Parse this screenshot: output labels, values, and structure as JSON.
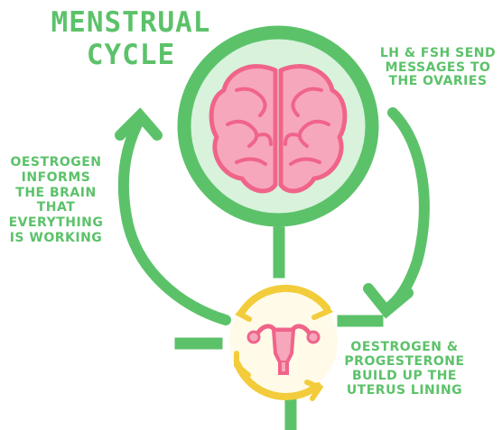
{
  "diagram": {
    "title_line1": "Menstrual",
    "title_line2": "Cycle",
    "label_lh_fsh": "LH & FSH send messages to the ovaries",
    "label_oestrogen_brain": "Oestrogen informs the brain that everything is working",
    "label_oestrogen_progesterone": "Oestrogen & progesterone build up the uterus lining",
    "colors": {
      "green": "#5cc26a",
      "green_fill": "#d8f2dc",
      "pink": "#f0648a",
      "pink_fill": "#f7a7bc",
      "yellow": "#f2cc3a",
      "yellow_fill": "#fffbe8"
    }
  }
}
